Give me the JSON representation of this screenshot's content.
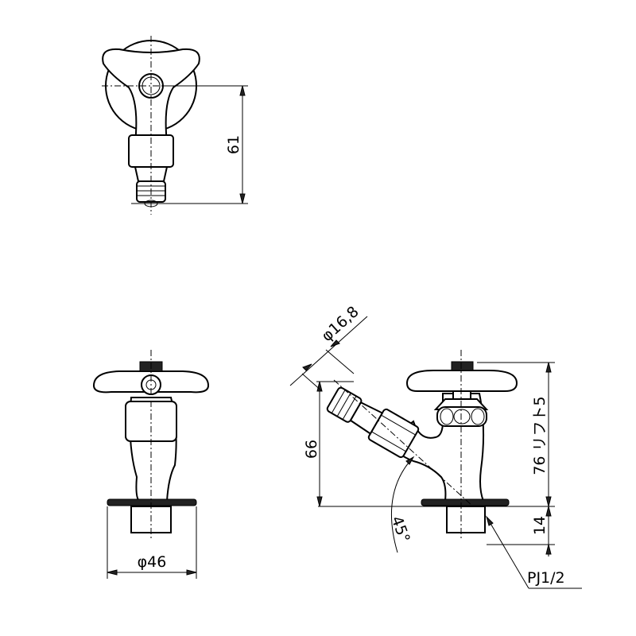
{
  "drawing": {
    "top_view": {
      "dim_height": "61"
    },
    "front_view": {
      "dim_diameter": "φ46"
    },
    "side_view": {
      "dim_outlet_diameter": "φ16,8",
      "dim_outlet_height": "66",
      "dim_height": "76 リフト5",
      "dim_thread_length": "14",
      "angle": "45°",
      "thread_spec": "PJ1/2"
    }
  }
}
